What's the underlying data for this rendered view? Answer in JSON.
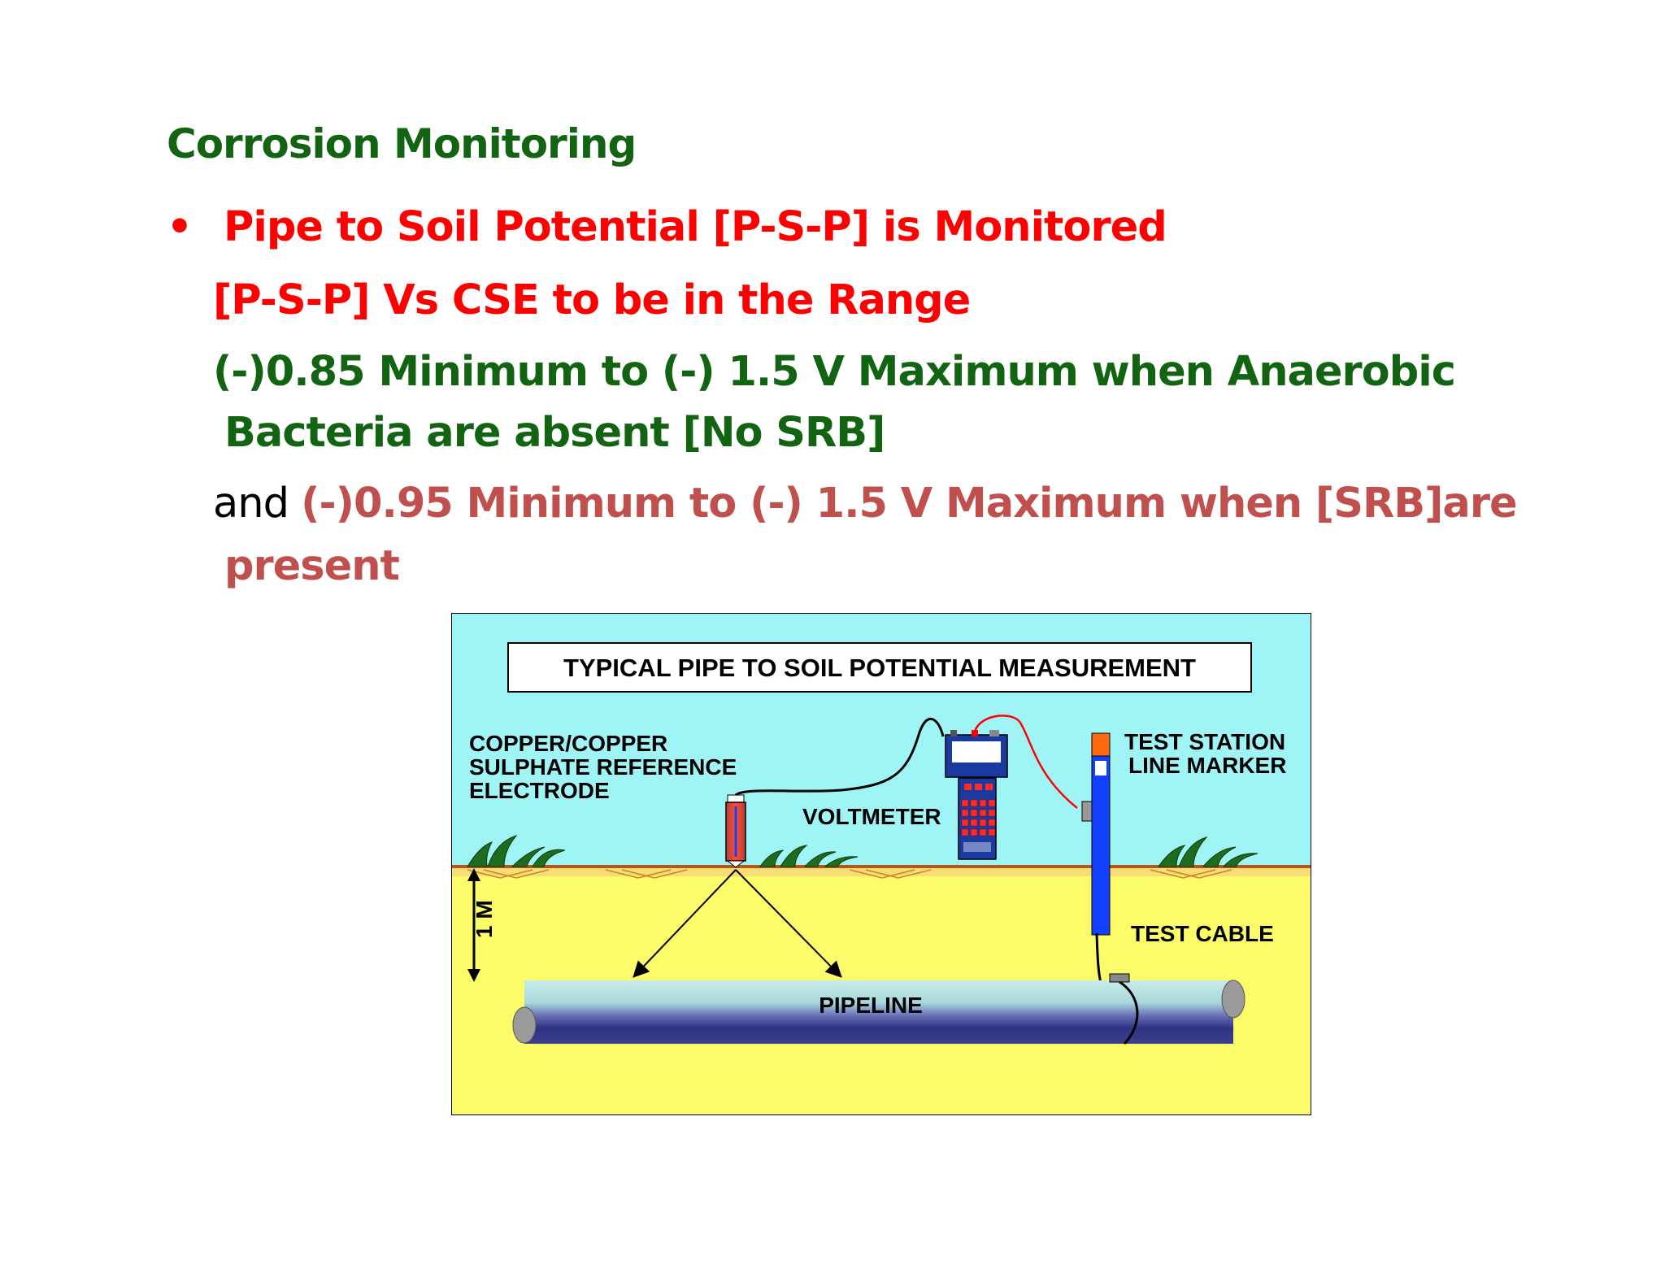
{
  "slide": {
    "title": "Corrosion Monitoring",
    "bullet_symbol": "•",
    "bullet_text": "Pipe to Soil Potential [P-S-P] is Monitored",
    "line2": "[P-S-P] Vs CSE to be in the Range",
    "line3": "(-)0.85 Minimum to (-) 1.5 V Maximum when Anaerobic",
    "line4": "Bacteria are absent [No SRB]",
    "line5_prefix": "and ",
    "line5_rest": "(-)0.95 Minimum to (-) 1.5 V Maximum when [SRB]are",
    "line6": "present"
  },
  "figure": {
    "title": "TYPICAL PIPE TO SOIL POTENTIAL MEASUREMENT",
    "electrode_label": [
      "COPPER/COPPER",
      "SULPHATE REFERENCE",
      "ELECTRODE"
    ],
    "voltmeter_label": "VOLTMETER",
    "marker_label": [
      "TEST STATION",
      "LINE MARKER"
    ],
    "cable_label": "TEST CABLE",
    "pipeline_label": "PIPELINE",
    "depth_label": "1 M",
    "colors": {
      "sky": "#9ff4f6",
      "soil": "#fcfc6a",
      "ground_line": "#b05a1a",
      "pipe_dark": "#2e3384",
      "marker_blue": "#1240ff",
      "cable_red": "#ff0000"
    }
  }
}
